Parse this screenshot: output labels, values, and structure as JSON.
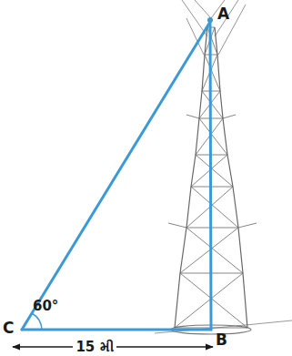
{
  "diagram": {
    "labels": [
      "A",
      "C",
      "60°",
      "15 મી",
      "B"
    ]
  }
}
